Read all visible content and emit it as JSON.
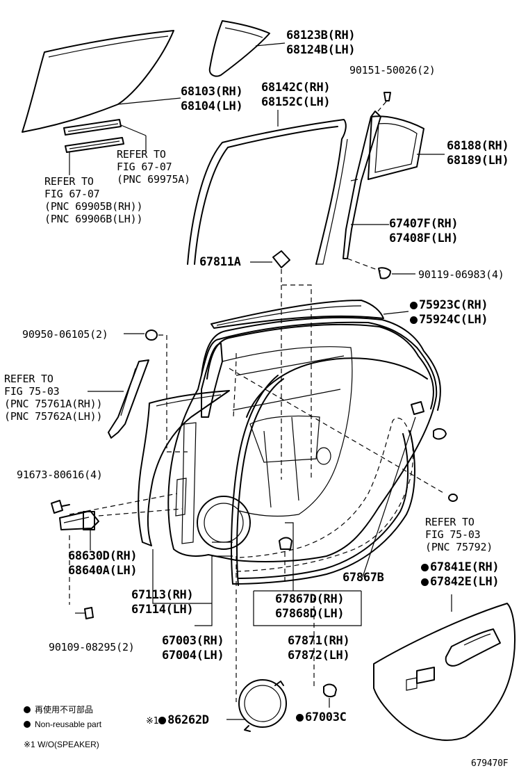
{
  "labels": {
    "p68123": "68123B(RH)",
    "p68124": "68124B(LH)",
    "p90151": "90151-50026(2)",
    "p68103": "68103(RH)",
    "p68104": "68104(LH)",
    "p68142": "68142C(RH)",
    "p68152": "68152C(LH)",
    "p68188": "68188(RH)",
    "p68189": "68189(LH)",
    "p67407": "67407F(RH)",
    "p67408": "67408F(LH)",
    "p67811": "67811A",
    "p90119": "90119-06983(4)",
    "p75923": "75923C(RH)",
    "p75924": "75924C(LH)",
    "p90950": "90950-06105(2)",
    "p91673": "91673-80616(4)",
    "p68630": "68630D(RH)",
    "p68640": "68640A(LH)",
    "p67113": "67113(RH)",
    "p67114": "67114(LH)",
    "p67003": "67003(RH)",
    "p67004": "67004(LH)",
    "p90109": "90109-08295(2)",
    "p67867d": "67867D(RH)",
    "p67868d": "67868D(LH)",
    "p67871": "67871(RH)",
    "p67872": "67872(LH)",
    "p67867b": "67867B",
    "p67841": "67841E(RH)",
    "p67842": "67842E(LH)",
    "p86262": "86262D",
    "p86262_prefix": "※1",
    "p67003c": "67003C"
  },
  "refs": {
    "ref_a": [
      "REFER TO",
      "FIG 67-07",
      "(PNC 69975A)"
    ],
    "ref_b": [
      "REFER TO",
      "FIG 67-07",
      "(PNC 69905B(RH))",
      "(PNC 69906B(LH))"
    ],
    "ref_c": [
      "REFER TO",
      "FIG 75-03",
      "(PNC 75761A(RH))",
      "(PNC 75762A(LH))"
    ],
    "ref_d": [
      "REFER TO",
      "FIG 75-03",
      "(PNC 75792)"
    ]
  },
  "legend": {
    "line1": "再使用不可部品",
    "line2": "Non-reusable part",
    "line3": "※1 W/O(SPEAKER)"
  },
  "figure_id": "679470F"
}
